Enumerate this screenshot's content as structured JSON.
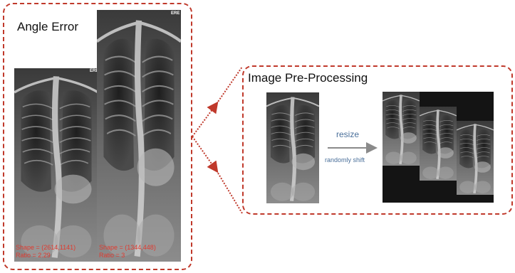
{
  "left_panel": {
    "title": "Angle Error",
    "images": [
      {
        "shape": "Shape = (2614,1141)",
        "ratio": "Ratio = 2.29",
        "tag": "ERE"
      },
      {
        "shape": "Shape = (1344,448)",
        "ratio": "Ratio = 3",
        "tag": "ERE"
      }
    ]
  },
  "right_panel": {
    "title": "Image Pre-Processing",
    "resize_label": "resize",
    "shift_label": "randomly shift"
  },
  "colors": {
    "accent": "#c0392b",
    "caption": "#e03a2f",
    "arrow_text": "#4a6f9a",
    "dark_fill": "#141414"
  }
}
